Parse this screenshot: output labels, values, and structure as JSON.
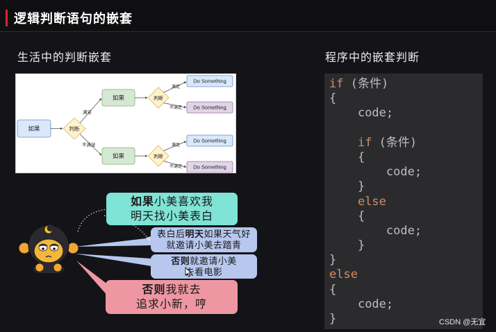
{
  "colors": {
    "background": "#141418",
    "header_bg": "#0f0f12",
    "accent": "#d9262e",
    "code_bg": "#2b2b2d",
    "code_keyword": "#cf8e6d",
    "code_text": "#bcbec4",
    "bubble_if": "#7fe3d6",
    "bubble_then": "#b7c7ee",
    "bubble_else": "#ee97a2"
  },
  "header": {
    "title": "逻辑判断语句的嵌套"
  },
  "life": {
    "heading": "生活中的判断嵌套",
    "flowchart": {
      "root": "如果",
      "decision": "判断",
      "yes": "满足",
      "no": "不满足",
      "sub": [
        {
          "cond": "如果",
          "decision": "判断",
          "yes": "满足",
          "no": "不满足",
          "yes_action": "Do Something",
          "no_action": "Do Something"
        },
        {
          "cond": "如果",
          "decision": "判断",
          "yes": "满足",
          "no": "不满足",
          "yes_action": "Do Something",
          "no_action": "Do Something"
        }
      ]
    },
    "bubbles": {
      "if": {
        "line1_bold": "如果",
        "line1_rest": "小美喜欢我",
        "line2": "明天找小美表白"
      },
      "nested_if": {
        "line1_pre": "表白后",
        "line1_bold": "明天",
        "line1_rest": "如果天气好",
        "line2": "就邀请小美去踏青"
      },
      "nested_else": {
        "line1_bold": "否则",
        "line1_rest": "就邀请小美",
        "line2": "去看电影"
      },
      "else": {
        "line1_bold": "否则",
        "line1_rest": "我就去",
        "line2": "追求小新，哼"
      }
    }
  },
  "code": {
    "heading": "程序中的嵌套判断",
    "lines": [
      {
        "indent": "",
        "kw": "if",
        "text": " (条件)"
      },
      {
        "indent": "",
        "kw": "",
        "text": "{"
      },
      {
        "indent": "    ",
        "kw": "",
        "text": "code;"
      },
      {
        "indent": "",
        "kw": "",
        "text": ""
      },
      {
        "indent": "    ",
        "kw": "if",
        "text": " (条件)"
      },
      {
        "indent": "    ",
        "kw": "",
        "text": "{"
      },
      {
        "indent": "        ",
        "kw": "",
        "text": "code;"
      },
      {
        "indent": "    ",
        "kw": "",
        "text": "}"
      },
      {
        "indent": "    ",
        "kw": "else",
        "text": ""
      },
      {
        "indent": "    ",
        "kw": "",
        "text": "{"
      },
      {
        "indent": "        ",
        "kw": "",
        "text": "code;"
      },
      {
        "indent": "    ",
        "kw": "",
        "text": "}"
      },
      {
        "indent": "",
        "kw": "",
        "text": "}"
      },
      {
        "indent": "",
        "kw": "else",
        "text": ""
      },
      {
        "indent": "",
        "kw": "",
        "text": "{"
      },
      {
        "indent": "    ",
        "kw": "",
        "text": "code;"
      },
      {
        "indent": "",
        "kw": "",
        "text": "}"
      }
    ]
  },
  "watermark": "CSDN @无宜"
}
